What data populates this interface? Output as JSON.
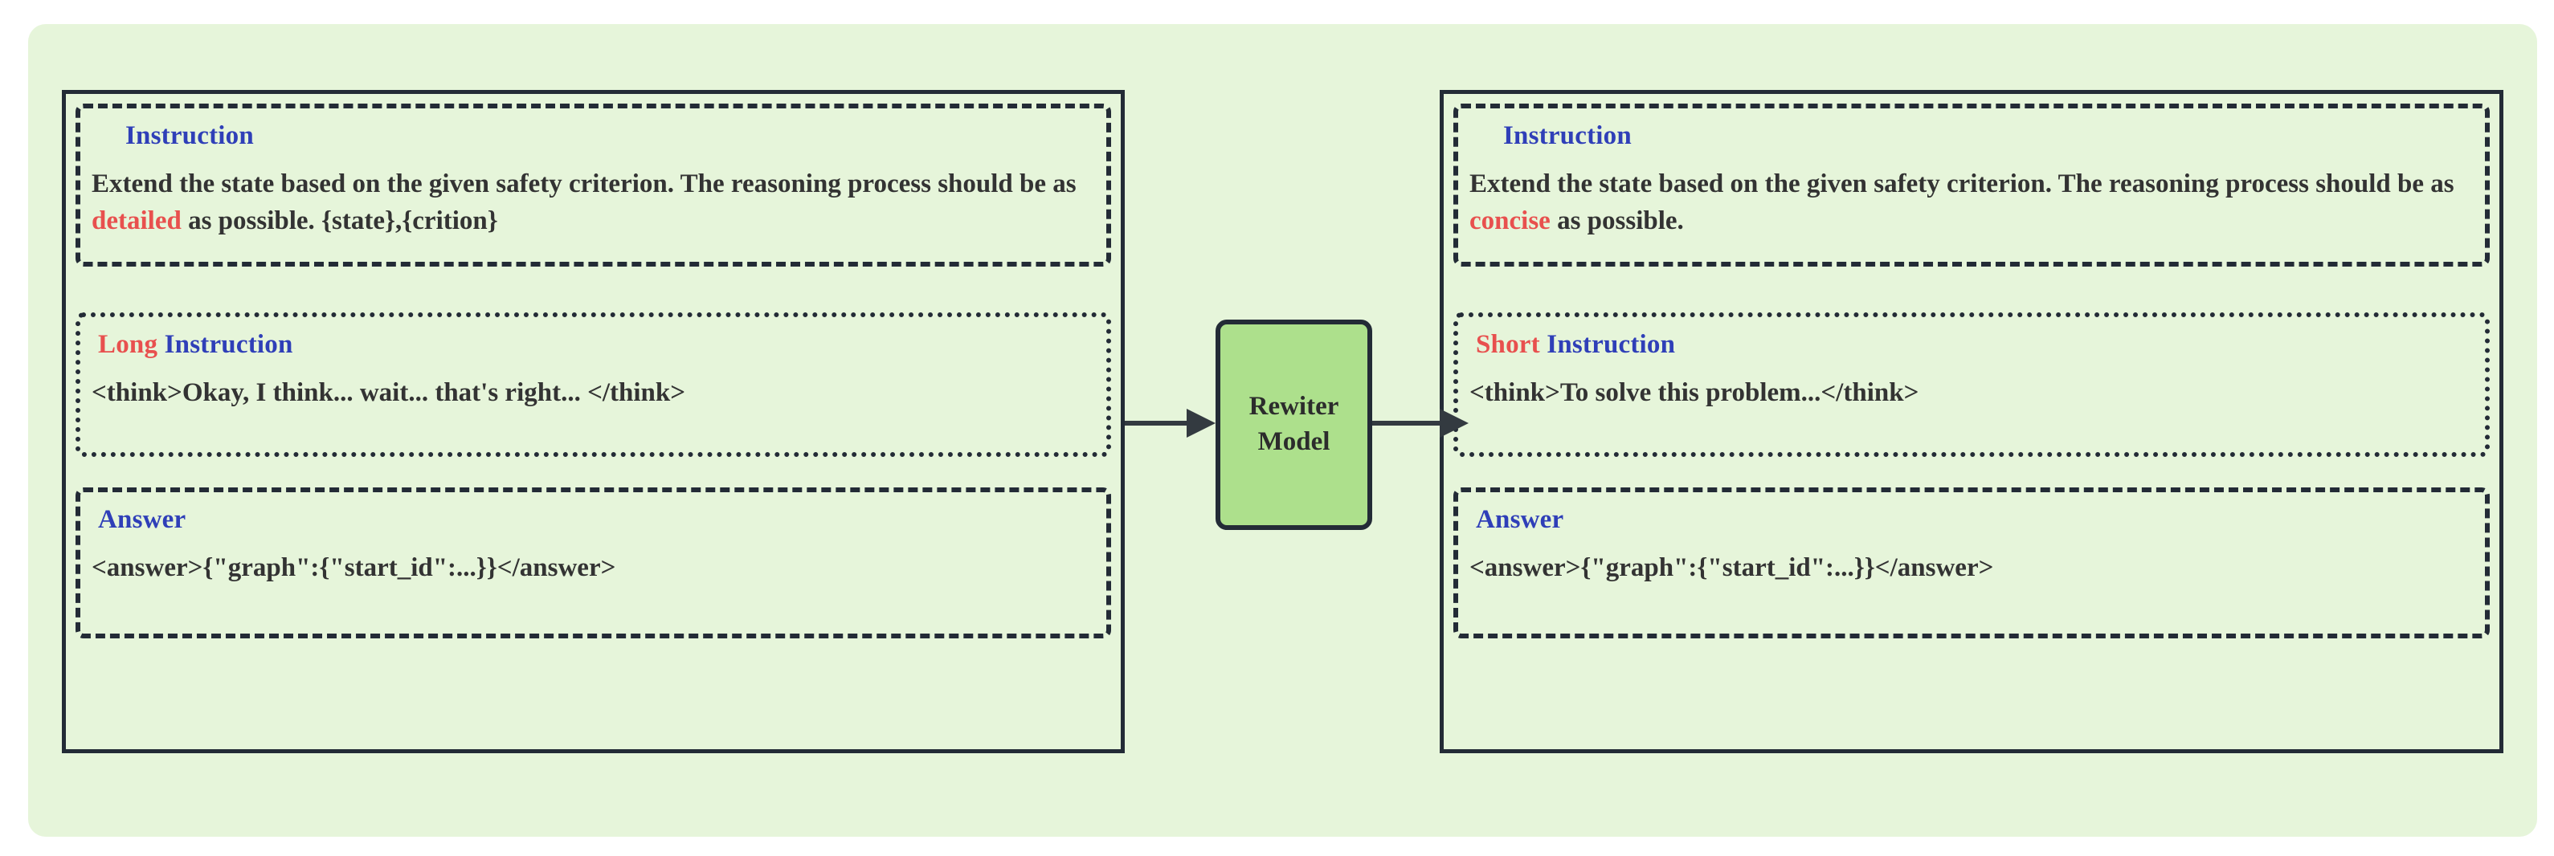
{
  "colors": {
    "page_background": "#ffffff",
    "panel_background": "#e6f5da",
    "border": "#232b36",
    "label_blue": "#2f3fb8",
    "accent_red": "#e8504e",
    "model_green": "#ade08c"
  },
  "left_panel": {
    "instruction": {
      "title": "Instruction",
      "body_before": "Extend the state based on the given safety criterion. The reasoning process should be as ",
      "body_accent": "detailed",
      "body_after": " as possible. {state},{crition}"
    },
    "reasoning": {
      "title_accent": "Long",
      "title_rest": "Instruction",
      "body": "<think>Okay, I think... wait... that's right... </think>"
    },
    "answer": {
      "title": "Answer",
      "body": "<answer>{\"graph\":{\"start_id\":...}}</answer>"
    }
  },
  "model": {
    "line1": "Rewiter",
    "line2": "Model"
  },
  "right_panel": {
    "instruction": {
      "title": "Instruction",
      "body_before": "Extend the state based on the given safety criterion. The reasoning process should be as ",
      "body_accent": "concise",
      "body_after": " as possible."
    },
    "reasoning": {
      "title_accent": "Short",
      "title_rest": "Instruction",
      "body": "<think>To solve this problem...</think>"
    },
    "answer": {
      "title": "Answer",
      "body": "<answer>{\"graph\":{\"start_id\":...}}</answer>"
    }
  }
}
